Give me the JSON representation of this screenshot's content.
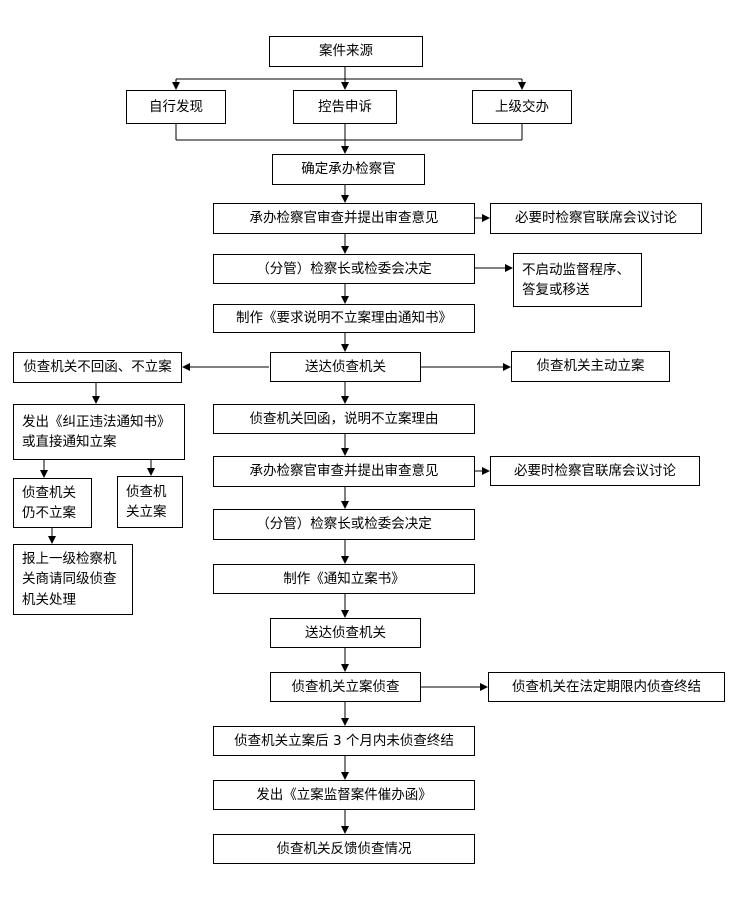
{
  "nodes": {
    "source": "案件来源",
    "self_found": "自行发现",
    "complaint": "控告申诉",
    "superior": "上级交办",
    "assign": "确定承办检察官",
    "review1": "承办检察官审查并提出审查意见",
    "joint1": "必要时检察官联席会议讨论",
    "decide1": "（分管）检察长或检委会决定",
    "no_supervise": "不启动监督程序、\n答复或移送",
    "make_request": "制作《要求说明不立案理由通知书》",
    "deliver1": "送达侦查机关",
    "no_reply": "侦查机关不回函、不立案",
    "active_file": "侦查机关主动立案",
    "correction": "发出《纠正违法通知书》\n或直接通知立案",
    "reply": "侦查机关回函，说明不立案理由",
    "still_no": "侦查机关\n仍不立案",
    "filed": "侦查机\n关立案",
    "review2": "承办检察官审查并提出审查意见",
    "joint2": "必要时检察官联席会议讨论",
    "report_up": "报上一级检察机\n关商请同级侦查\n机关处理",
    "decide2": "（分管）检察长或检委会决定",
    "make_notice": "制作《通知立案书》",
    "deliver2": "送达侦查机关",
    "investigate": "侦查机关立案侦查",
    "conclude": "侦查机关在法定期限内侦查终结",
    "not_concluded": "侦查机关立案后 3 个月内未侦查终结",
    "urge": "发出《立案监督案件催办函》",
    "feedback": "侦查机关反馈侦查情况"
  }
}
